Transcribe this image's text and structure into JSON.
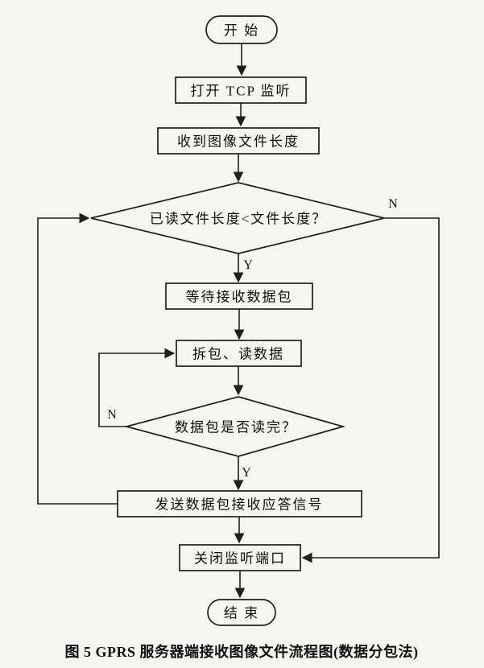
{
  "figure": {
    "caption": "图 5  GPRS 服务器端接收图像文件流程图(数据分包法)"
  },
  "nodes": {
    "start": "开 始",
    "open_tcp": "打开 TCP 监听",
    "recv_length": "收到图像文件长度",
    "length_check": "已读文件长度<文件长度？",
    "wait_packet": "等待接收数据包",
    "unpack_read": "拆包、读数据",
    "packet_done": "数据包是否读完？",
    "send_ack": "发送数据包接收应答信号",
    "close_port": "关闭监听端口",
    "end": "结 束"
  },
  "branch_labels": {
    "length_check_no": "N",
    "length_check_yes": "Y",
    "packet_done_no": "N",
    "packet_done_yes": "Y"
  },
  "colors": {
    "paper": "#f7f5f0",
    "ink": "#1e1e1e"
  }
}
